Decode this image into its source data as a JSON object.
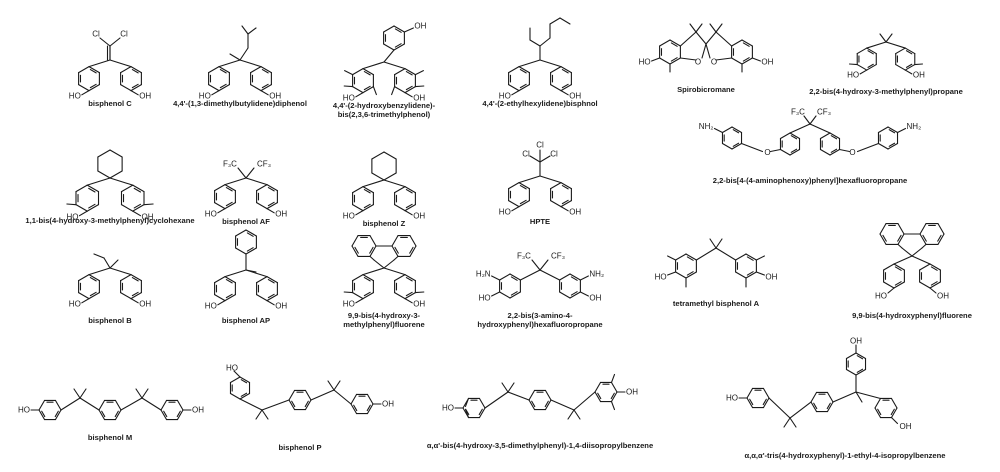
{
  "compounds": [
    {
      "id": "bpc",
      "name": "bisphenol C",
      "lines": [
        "bisphenol C"
      ]
    },
    {
      "id": "dmb",
      "name": "4,4'-(1,3-dimethylbutylidene)diphenol",
      "lines": [
        "4,4'-(1,3-dimethylbutylidene)diphenol"
      ]
    },
    {
      "id": "hbtm",
      "name": "4,4'-(2-hydroxybenzylidene)-bis(2,3,6-trimethylphenol)",
      "lines": [
        "4,4'-(2-hydroxybenzylidene)-",
        "bis(2,3,6-trimethylphenol)"
      ]
    },
    {
      "id": "ehx",
      "name": "4,4'-(2-ethylhexylidene)bisphnol",
      "lines": [
        "4,4'-(2-ethylhexylidene)bisphnol"
      ]
    },
    {
      "id": "spiro",
      "name": "Spirobicromane",
      "lines": [
        "Spirobicromane"
      ]
    },
    {
      "id": "bmp",
      "name": "2,2-bis(4-hydroxy-3-methylphenyl)propane",
      "lines": [
        "2,2-bis(4-hydroxy-3-methylphenyl)propane"
      ]
    },
    {
      "id": "bapf",
      "name": "2,2-bis[4-(4-aminophenoxy)phenyl]hexafluoropropane",
      "lines": [
        "2,2-bis[4-(4-aminophenoxy)phenyl]hexafluoropropane"
      ]
    },
    {
      "id": "bmc",
      "name": "1,1-bis(4-hydroxy-3-methylphenyl)cyclohexane",
      "lines": [
        "1,1-bis(4-hydroxy-3-methylphenyl)cyclohexane"
      ]
    },
    {
      "id": "bpaf",
      "name": "bisphenol AF",
      "lines": [
        "bisphenol AF"
      ]
    },
    {
      "id": "bpz",
      "name": "bisphenol Z",
      "lines": [
        "bisphenol Z"
      ]
    },
    {
      "id": "hpte",
      "name": "HPTE",
      "lines": [
        "HPTE"
      ]
    },
    {
      "id": "bpb",
      "name": "bisphenol B",
      "lines": [
        "bisphenol B"
      ]
    },
    {
      "id": "bpap",
      "name": "bisphenol AP",
      "lines": [
        "bisphenol AP"
      ]
    },
    {
      "id": "bmpf",
      "name": "9,9-bis(4-hydroxy-3-methylphenyl)fluorene",
      "lines": [
        "9,9-bis(4-hydroxy-3-",
        "methylphenyl)fluorene"
      ]
    },
    {
      "id": "bahf",
      "name": "2,2-bis(3-amino-4-hydroxyphenyl)hexafluoropropane",
      "lines": [
        "2,2-bis(3-amino-4-",
        "hydroxyphenyl)hexafluoropropane"
      ]
    },
    {
      "id": "tmbpa",
      "name": "tetramethyl bisphenol A",
      "lines": [
        "tetramethyl bisphenol A"
      ]
    },
    {
      "id": "bhpf",
      "name": "9,9-bis(4-hydroxyphenyl)fluorene",
      "lines": [
        "9,9-bis(4-hydroxyphenyl)fluorene"
      ]
    },
    {
      "id": "bpm",
      "name": "bisphenol M",
      "lines": [
        "bisphenol M"
      ]
    },
    {
      "id": "bpp",
      "name": "bisphenol P",
      "lines": [
        "bisphenol P"
      ]
    },
    {
      "id": "dmdib",
      "name": "α,α'-bis(4-hydroxy-3,5-dimethylphenyl)-1,4-diisopropylbenzene",
      "lines": [
        "α,α'-bis(4-hydroxy-3,5-dimethylphenyl)-1,4-diisopropylbenzene"
      ]
    },
    {
      "id": "tris",
      "name": "α,α,α'-tris(4-hydroxyphenyl)-1-ethyl-4-isopropylbenzene",
      "lines": [
        "α,α,α'-tris(4-hydroxyphenyl)-1-ethyl-4-isopropylbenzene"
      ]
    }
  ],
  "atoms": {
    "hydroxyl": "HO",
    "hydroxyl_right": "OH",
    "chlorine": "Cl",
    "trifluoromethyl_left": "F₃C",
    "trifluoromethyl_right": "CF₃",
    "amine": "NH₂",
    "amine_left": "H₂N",
    "oxygen": "O"
  }
}
